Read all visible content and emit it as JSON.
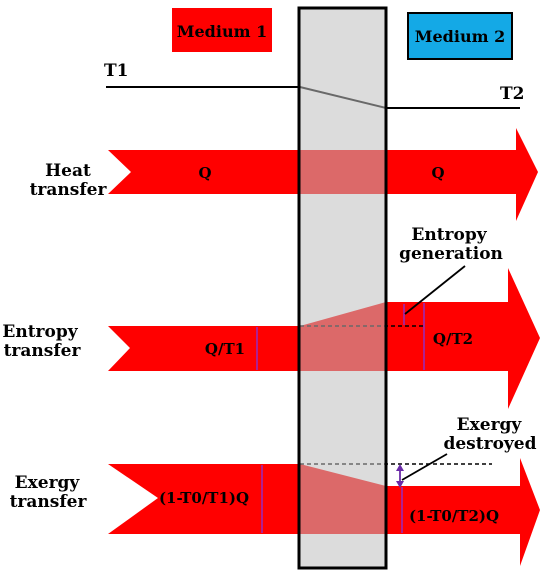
{
  "media": {
    "medium1": {
      "label": "Medium 1",
      "color": "#ff0000"
    },
    "medium2": {
      "label": "Medium 2",
      "color": "#14a9e6"
    }
  },
  "temperatures": {
    "t1": "T1",
    "t2": "T2"
  },
  "rows": {
    "heat": {
      "label_line1": "Heat",
      "label_line2": "transfer",
      "left_value": "Q",
      "right_value": "Q"
    },
    "entropy": {
      "label_line1": "Entropy",
      "label_line2": "transfer",
      "left_value": "Q/T1",
      "right_value": "Q/T2",
      "annotation_line1": "Entropy",
      "annotation_line2": "generation"
    },
    "exergy": {
      "label_line1": "Exergy",
      "label_line2": "transfer",
      "left_value": "(1-T0/T1)Q",
      "right_value": "(1-T0/T2)Q",
      "annotation_line1": "Exergy",
      "annotation_line2": "destroyed"
    }
  },
  "colors": {
    "arrow": "#ff0000",
    "wall": "#c0c0c0",
    "marker": "#b0208f",
    "line": "#000000"
  }
}
